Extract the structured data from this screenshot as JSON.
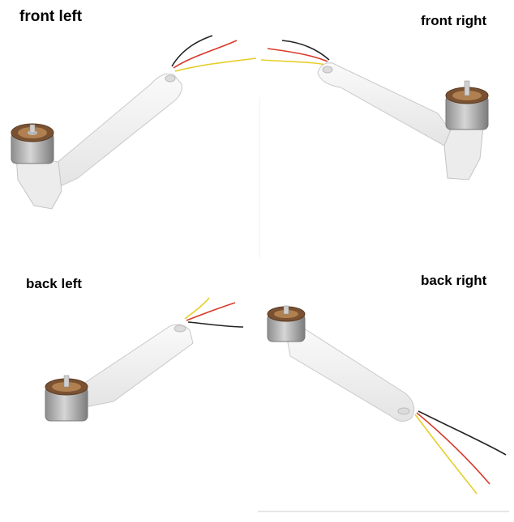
{
  "labels": {
    "front_left": "front left",
    "front_right": "front right",
    "back_left": "back left",
    "back_right": "back right"
  },
  "colors": {
    "background": "#ffffff",
    "arm_body": "#f2f2f2",
    "arm_edge": "#c9c9c9",
    "motor_metal": "#a9a9a9",
    "motor_copper": "#8a5a3a",
    "wire_red": "#d83a2a",
    "wire_yellow": "#e6cf2a",
    "wire_black": "#222222"
  }
}
